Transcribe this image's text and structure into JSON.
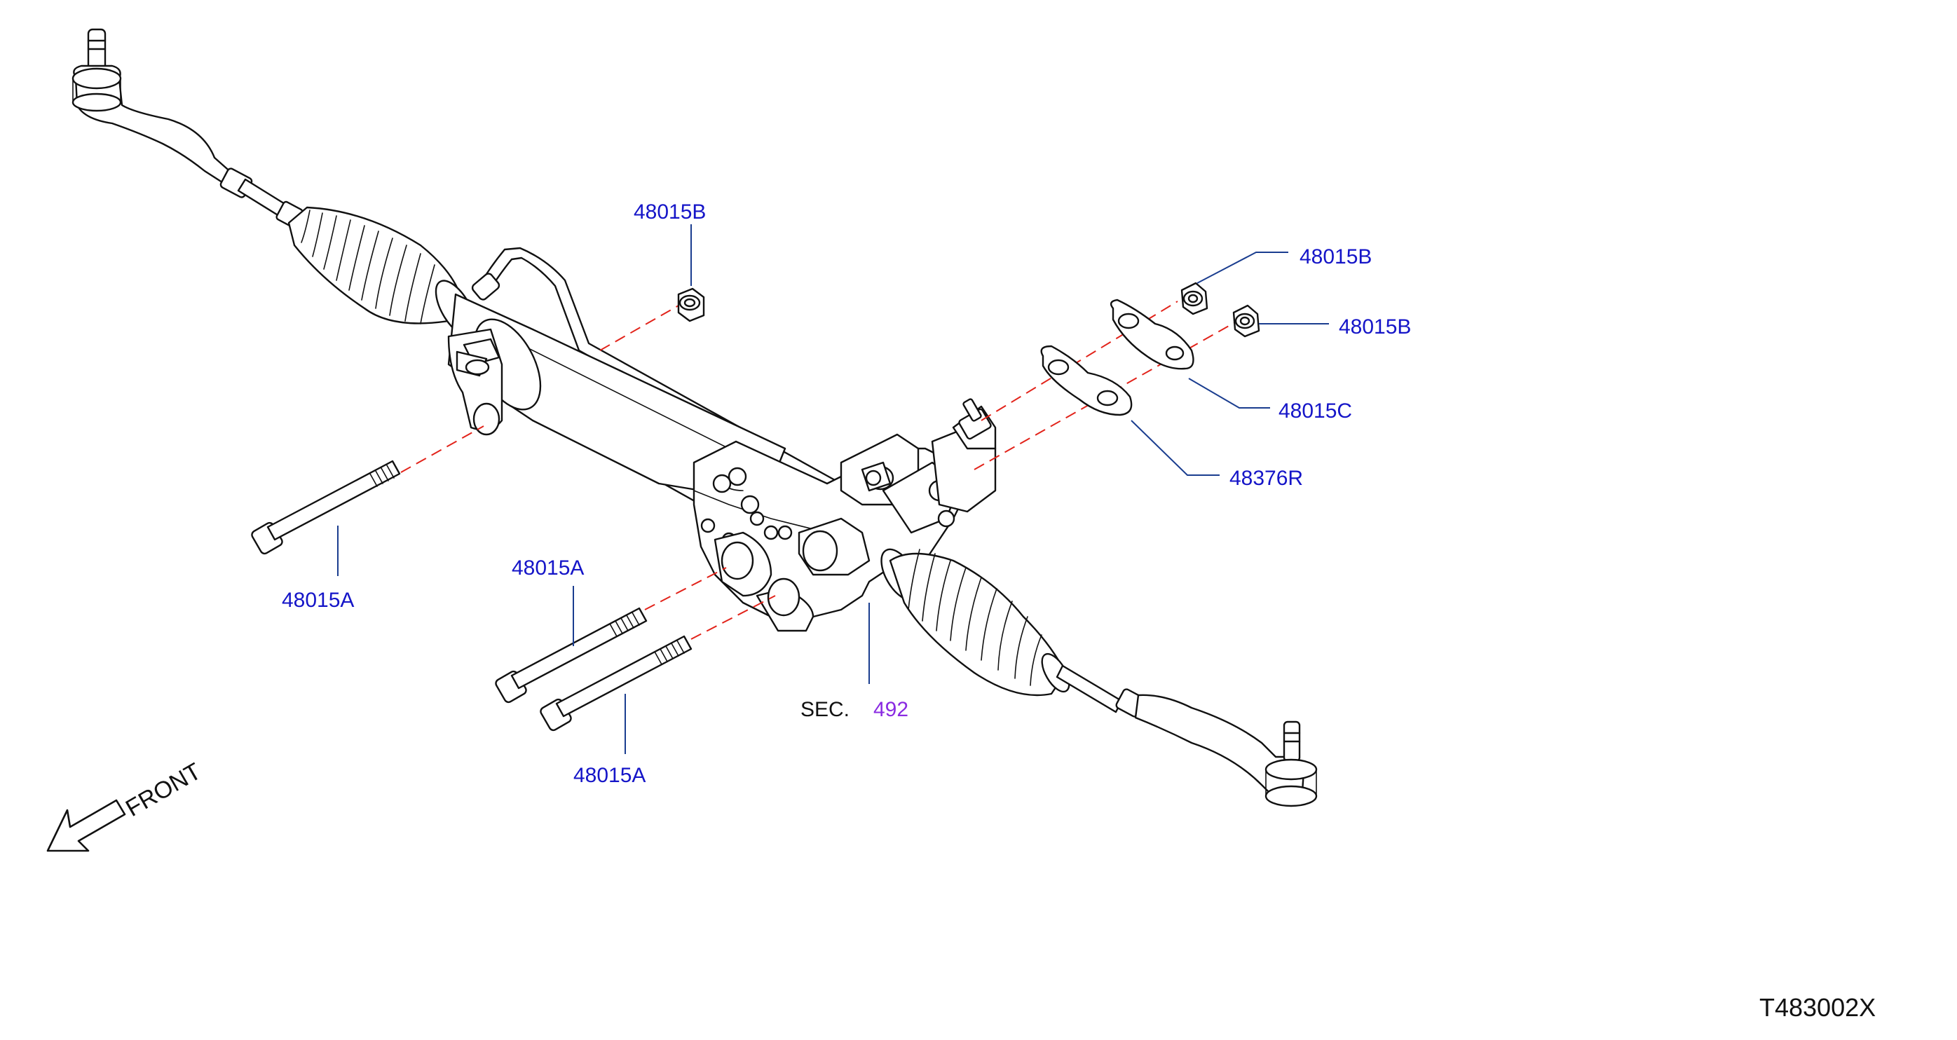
{
  "labels": {
    "bolt_left": "48015A",
    "bolt_mid_upper": "48015A",
    "bolt_mid_lower": "48015A",
    "nut_top": "48015B",
    "nut_right_upper": "48015B",
    "nut_right_lower": "48015B",
    "plate_upper": "48015C",
    "plate_lower": "48376R",
    "sec_prefix": "SEC.",
    "sec_number": "492"
  },
  "direction": {
    "text": "FRONT"
  },
  "diagram_code": "T483002X",
  "colors": {
    "part_label": "#1515c8",
    "section_reference": "#8a2be2",
    "leader_line": "#1a3d8f",
    "centerline": "#e2231a",
    "outline": "#111111"
  }
}
